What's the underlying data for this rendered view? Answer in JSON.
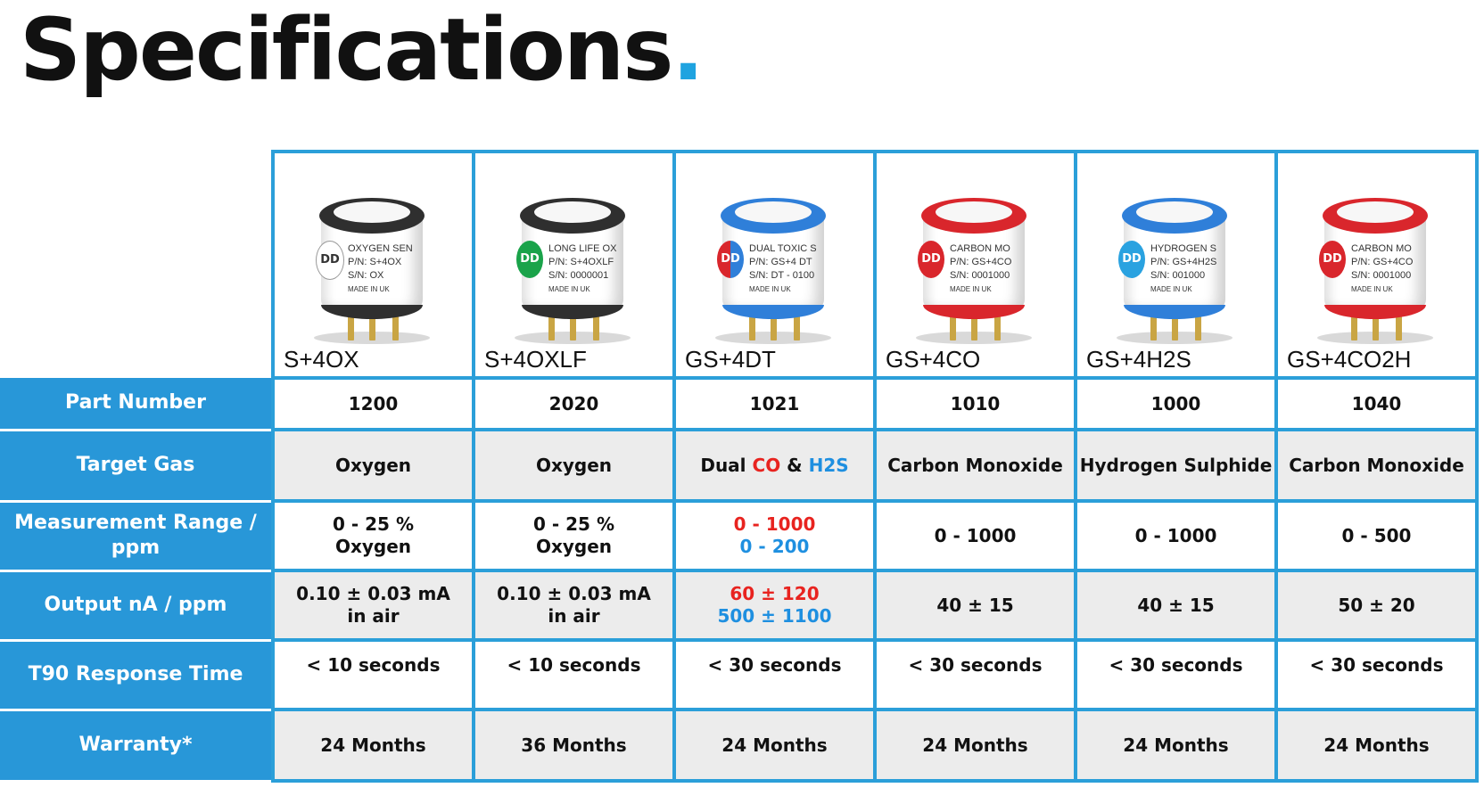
{
  "page": {
    "title": "Specifications",
    "title_dot": "."
  },
  "colors": {
    "accent_blue": "#2b9fd9",
    "header_blue": "#2897d8",
    "highlight_red": "#e8231f",
    "highlight_blue": "#1e8fe0"
  },
  "products": [
    {
      "model": "S+4OX",
      "image": {
        "cap_color": "#2f2f2f",
        "logo_color": "#ffffff",
        "line1": "OXYGEN SEN",
        "line2": "P/N: S+4OX",
        "line3": "S/N: OX",
        "line4": "MADE IN UK"
      }
    },
    {
      "model": "S+4OXLF",
      "image": {
        "cap_color": "#2f2f2f",
        "logo_color": "#1aa34a",
        "line1": "LONG LIFE OX",
        "line2": "P/N: S+4OXLF",
        "line3": "S/N: 0000001",
        "line4": "MADE IN UK"
      }
    },
    {
      "model": "GS+4DT",
      "image": {
        "cap_color": "#2f7fd9",
        "logo_color": "#2f7fd9",
        "line1": "DUAL TOXIC S",
        "line2": "P/N: GS+4 DT",
        "line3": "S/N: DT - 0100",
        "line4": "MADE IN UK"
      }
    },
    {
      "model": "GS+4CO",
      "image": {
        "cap_color": "#d9262c",
        "logo_color": "#d9262c",
        "line1": "CARBON MO",
        "line2": "P/N: GS+4CO",
        "line3": "S/N: 0001000",
        "line4": "MADE IN UK"
      }
    },
    {
      "model": "GS+4H2S",
      "image": {
        "cap_color": "#2f7fd9",
        "logo_color": "#2aa2e0",
        "line1": "HYDROGEN S",
        "line2": "P/N: GS+4H2S",
        "line3": "S/N: 001000",
        "line4": "MADE IN UK"
      }
    },
    {
      "model": "GS+4CO2H",
      "image": {
        "cap_color": "#d9262c",
        "logo_color": "#d9262c",
        "line1": "CARBON MO",
        "line2": "P/N: GS+4CO",
        "line3": "S/N: 0001000",
        "line4": "MADE IN UK"
      }
    }
  ],
  "rows": {
    "part_number": {
      "label": "Part Number",
      "values": [
        "1200",
        "2020",
        "1021",
        "1010",
        "1000",
        "1040"
      ]
    },
    "target_gas": {
      "label": "Target Gas",
      "values": [
        "Oxygen",
        "Oxygen",
        null,
        "Carbon Monoxide",
        "Hydrogen Sulphide",
        "Carbon Monoxide"
      ],
      "dual": {
        "prefix": "Dual",
        "gas_a": "CO",
        "joiner": "&",
        "gas_b": "H2S"
      }
    },
    "measurement_range": {
      "label": "Measurement Range / ppm",
      "values": [
        {
          "line1": "0 - 25 %",
          "line2": "Oxygen"
        },
        {
          "line1": "0 - 25 %",
          "line2": "Oxygen"
        },
        {
          "line1": "0 - 1000",
          "line2": "0 - 200"
        },
        {
          "line1": "0 - 1000"
        },
        {
          "line1": "0 - 1000"
        },
        {
          "line1": "0 - 500"
        }
      ]
    },
    "output": {
      "label": "Output nA / ppm",
      "values": [
        {
          "line1": "0.10 ± 0.03 mA",
          "line2": "in air"
        },
        {
          "line1": "0.10 ± 0.03 mA",
          "line2": "in air"
        },
        {
          "line1": "60 ± 120",
          "line2": "500 ± 1100"
        },
        {
          "line1": "40 ± 15"
        },
        {
          "line1": "40 ± 15"
        },
        {
          "line1": "50 ± 20"
        }
      ]
    },
    "t90": {
      "label": "T90 Response Time",
      "values": [
        "< 10 seconds",
        "< 10 seconds",
        "< 30 seconds",
        "< 30 seconds",
        "< 30 seconds",
        "< 30 seconds"
      ]
    },
    "warranty": {
      "label": "Warranty*",
      "values": [
        "24 Months",
        "36 Months",
        "24 Months",
        "24 Months",
        "24 Months",
        "24 Months"
      ]
    }
  }
}
